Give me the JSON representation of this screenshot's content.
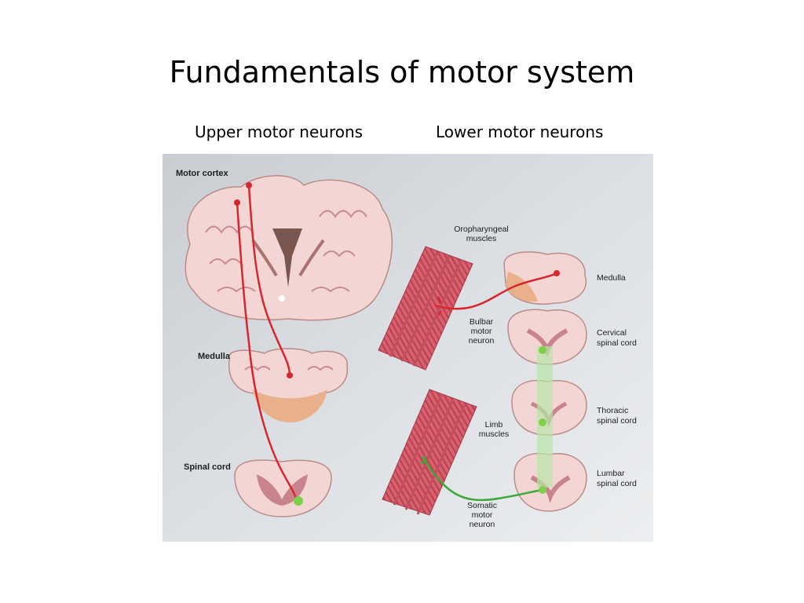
{
  "slide": {
    "title": "Fundamentals of motor system",
    "subheadings": {
      "upper": "Upper motor neurons",
      "lower": "Lower motor neurons"
    }
  },
  "figure": {
    "labels": {
      "motor_cortex": "Motor cortex",
      "medulla_left": "Medulla",
      "spinal_cord": "Spinal cord",
      "oropharyngeal": [
        "Oropharyngeal",
        "muscles"
      ],
      "medulla_right": "Medulla",
      "bulbar": [
        "Bulbar",
        "motor",
        "neuron"
      ],
      "cervical": [
        "Cervical",
        "spinal cord"
      ],
      "thoracic": [
        "Thoracic",
        "spinal cord"
      ],
      "limb": [
        "Limb",
        "muscles"
      ],
      "lumbar": [
        "Lumbar",
        "spinal cord"
      ],
      "somatic": [
        "Somatic",
        "motor",
        "neuron"
      ]
    },
    "colors": {
      "upper_neuron": "#d8262e",
      "lower_neuron": "#3aa83a",
      "tissue": "#f3d6d3",
      "muscle": "#d9606e"
    }
  }
}
